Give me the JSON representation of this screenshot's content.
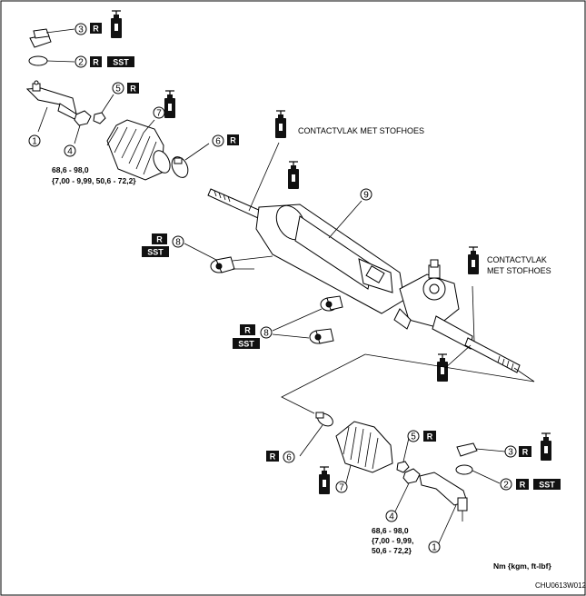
{
  "callouts": {
    "n1": "1",
    "n2": "2",
    "n3": "3",
    "n4": "4",
    "n5": "5",
    "n6": "6",
    "n7": "7",
    "n8": "8",
    "n9": "9"
  },
  "badges": {
    "r": "R",
    "sst": "SST"
  },
  "notes": {
    "contact_top": "CONTACTVLAK MET STOFHOES",
    "contact_right_1": "CONTACTVLAK",
    "contact_right_2": "MET STOFHOES"
  },
  "torque_left": {
    "line1": "68,6 - 98,0",
    "line2": "{7,00 - 9,99, 50,6 - 72,2}"
  },
  "torque_right": {
    "line1": "68,6 - 98,0",
    "line2": "{7,00 - 9,99,",
    "line3": "50,6 - 72,2}"
  },
  "units": "Nm {kgm, ft-lbf}",
  "figure_code": "CHU0613W012"
}
